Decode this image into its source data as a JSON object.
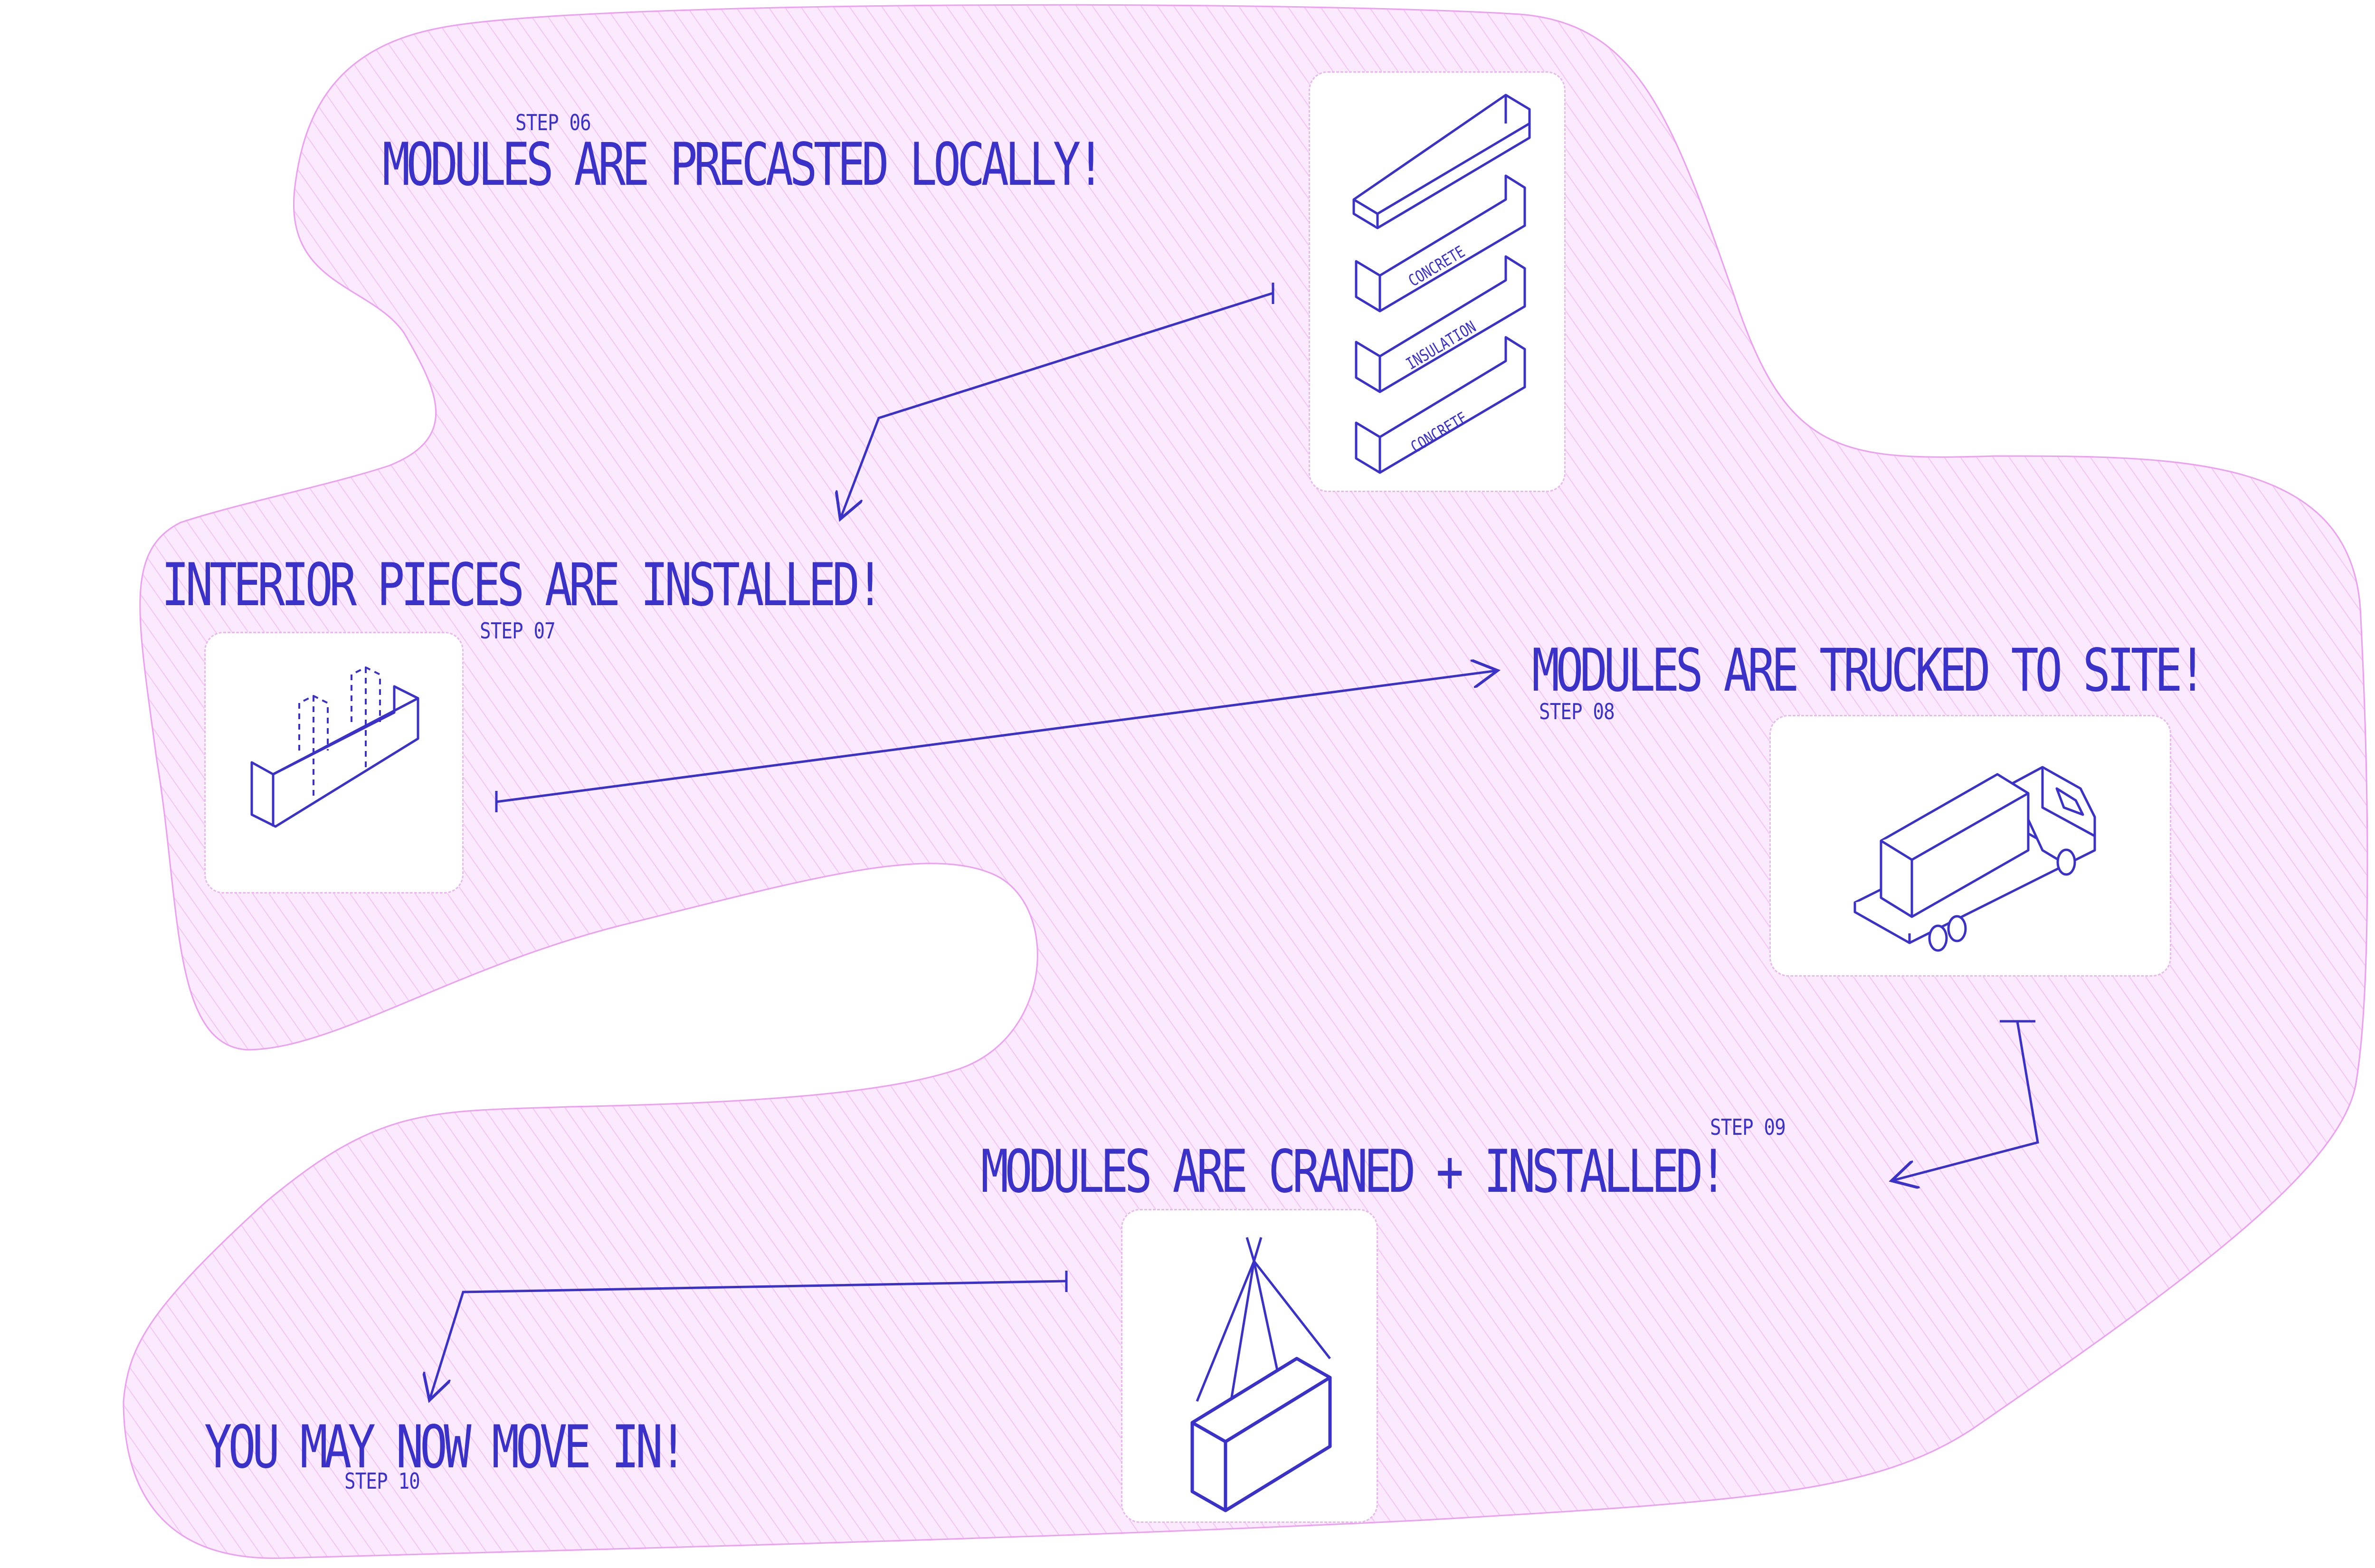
{
  "colors": {
    "ink": "#3a31c9",
    "blob_fill": "#fbe9fd",
    "blob_hatch": "#f3b9f5",
    "blob_edge": "#eba0f0",
    "card": "#ffffff"
  },
  "steps": [
    {
      "step": "STEP 06",
      "title": "MODULES ARE PRECASTED LOCALLY!",
      "icon": "layered-wall-panels-icon"
    },
    {
      "step": "STEP 07",
      "title": "INTERIOR PIECES ARE INSTALLED!",
      "icon": "interior-module-icon"
    },
    {
      "step": "STEP 08",
      "title": "MODULES ARE TRUCKED TO SITE!",
      "icon": "truck-icon"
    },
    {
      "step": "STEP 09",
      "title": "MODULES ARE CRANED + INSTALLED!",
      "icon": "crane-lift-icon"
    },
    {
      "step": "STEP 10",
      "title": "YOU MAY NOW MOVE IN!",
      "icon": ""
    }
  ],
  "layer_labels": [
    "CONCRETE",
    "INSULATION",
    "CONCRETE"
  ]
}
